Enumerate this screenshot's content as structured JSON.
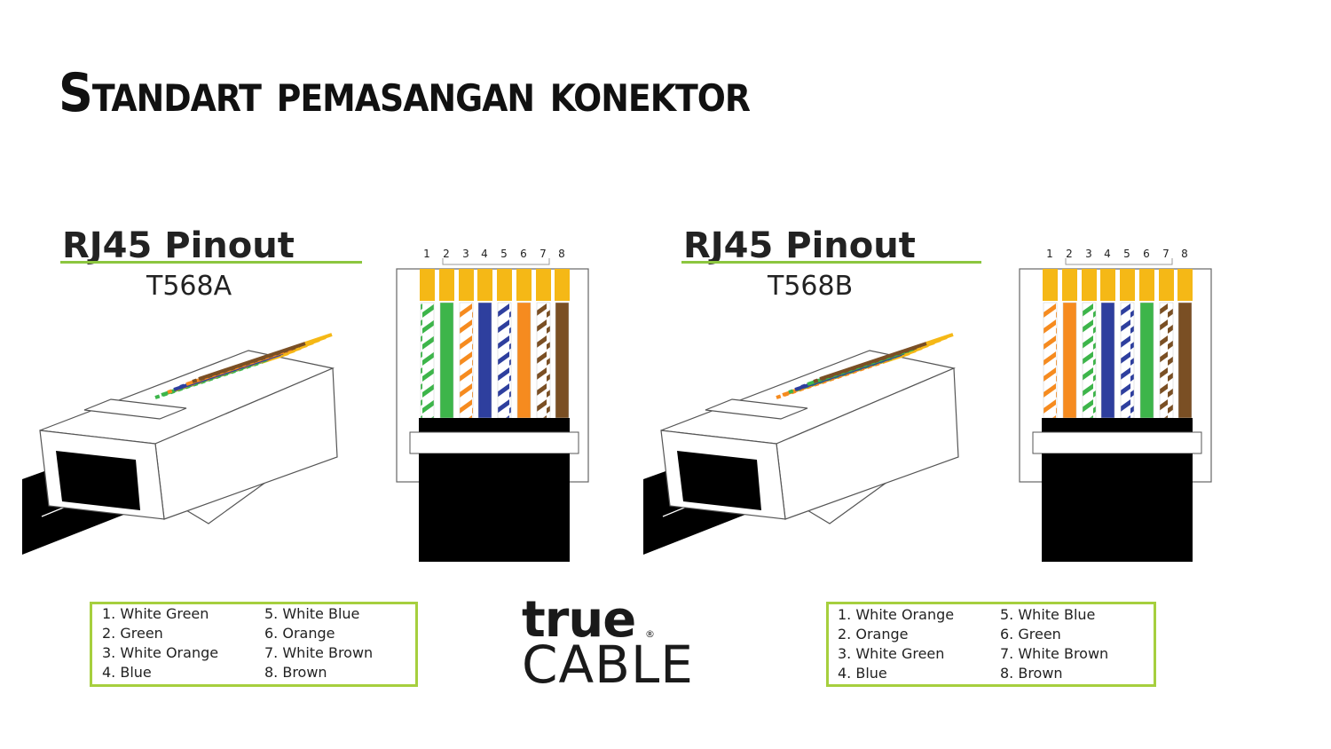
{
  "slide": {
    "title": "Standart pemasangan konektor"
  },
  "panels": [
    {
      "heading": "RJ45 Pinout",
      "standard": "T568A",
      "pin_numbers": [
        "1",
        "2",
        "3",
        "4",
        "5",
        "6",
        "7",
        "8"
      ],
      "wires": [
        {
          "pin": 1,
          "label": "1. White Green",
          "base": "#ffffff",
          "stripe": "#3db54a",
          "striped": true
        },
        {
          "pin": 2,
          "label": "2. Green",
          "base": "#3db54a",
          "stripe": "#3db54a",
          "striped": false
        },
        {
          "pin": 3,
          "label": "3. White Orange",
          "base": "#ffffff",
          "stripe": "#f68b1f",
          "striped": true
        },
        {
          "pin": 4,
          "label": "4. Blue",
          "base": "#2e3f9e",
          "stripe": "#2e3f9e",
          "striped": false
        },
        {
          "pin": 5,
          "label": "5. White Blue",
          "base": "#ffffff",
          "stripe": "#2e3f9e",
          "striped": true
        },
        {
          "pin": 6,
          "label": "6. Orange",
          "base": "#f68b1f",
          "stripe": "#f68b1f",
          "striped": false
        },
        {
          "pin": 7,
          "label": "7. White Brown",
          "base": "#ffffff",
          "stripe": "#7a4f24",
          "striped": true
        },
        {
          "pin": 8,
          "label": "8. Brown",
          "base": "#7a4f24",
          "stripe": "#7a4f24",
          "striped": false
        }
      ]
    },
    {
      "heading": "RJ45 Pinout",
      "standard": "T568B",
      "pin_numbers": [
        "1",
        "2",
        "3",
        "4",
        "5",
        "6",
        "7",
        "8"
      ],
      "wires": [
        {
          "pin": 1,
          "label": "1. White Orange",
          "base": "#ffffff",
          "stripe": "#f68b1f",
          "striped": true
        },
        {
          "pin": 2,
          "label": "2. Orange",
          "base": "#f68b1f",
          "stripe": "#f68b1f",
          "striped": false
        },
        {
          "pin": 3,
          "label": "3. White Green",
          "base": "#ffffff",
          "stripe": "#3db54a",
          "striped": true
        },
        {
          "pin": 4,
          "label": "4. Blue",
          "base": "#2e3f9e",
          "stripe": "#2e3f9e",
          "striped": false
        },
        {
          "pin": 5,
          "label": "5. White Blue",
          "base": "#ffffff",
          "stripe": "#2e3f9e",
          "striped": true
        },
        {
          "pin": 6,
          "label": "6. Green",
          "base": "#3db54a",
          "stripe": "#3db54a",
          "striped": false
        },
        {
          "pin": 7,
          "label": "7. White Brown",
          "base": "#ffffff",
          "stripe": "#7a4f24",
          "striped": true
        },
        {
          "pin": 8,
          "label": "8. Brown",
          "base": "#7a4f24",
          "stripe": "#7a4f24",
          "striped": false
        }
      ]
    }
  ],
  "brand": {
    "line1": "true",
    "registered": "®",
    "line2": "CABLE"
  },
  "colors": {
    "contact_gold": "#f5b816",
    "legend_border": "#a6cf3e",
    "cable_black": "#000000"
  }
}
